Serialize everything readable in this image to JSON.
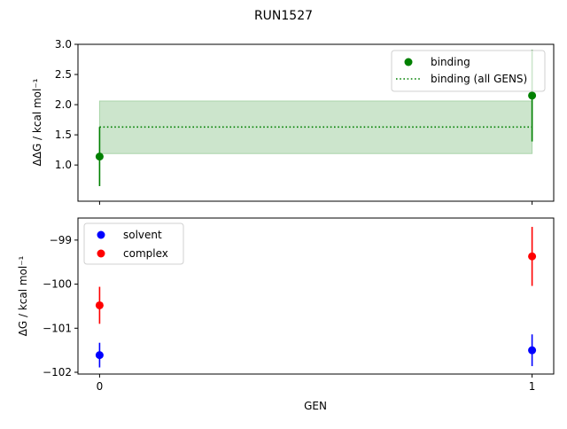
{
  "figure": {
    "suptitle": "RUN1527"
  },
  "chart_data": [
    {
      "type": "scatter",
      "panel": "top",
      "ylabel": "ΔΔG / kcal mol⁻¹",
      "ylim": [
        0.4,
        3.0
      ],
      "yticks": [
        "1.0",
        "1.5",
        "2.0",
        "2.5",
        "3.0"
      ],
      "xlim": [
        -0.05,
        1.05
      ],
      "xticks": [
        0,
        1
      ],
      "xtick_labels_shown": false,
      "grid": false,
      "legend_position": "top-right",
      "series": [
        {
          "name": "binding",
          "color": "#008000",
          "marker": "circle",
          "x": [
            0,
            1
          ],
          "y": [
            1.14,
            2.15
          ],
          "yerr": [
            0.49,
            0.76
          ]
        }
      ],
      "reference": {
        "name": "binding (all GENS)",
        "color": "#008000",
        "style": "dotted",
        "value": 1.63,
        "band": [
          1.19,
          2.06
        ],
        "band_color": "#cce5cc"
      }
    },
    {
      "type": "scatter",
      "panel": "bottom",
      "ylabel": "ΔG / kcal mol⁻¹",
      "xlabel": "GEN",
      "ylim": [
        -102.04,
        -98.5
      ],
      "yticks": [
        "−102",
        "−101",
        "−100",
        "−99"
      ],
      "xlim": [
        -0.05,
        1.05
      ],
      "xticks": [
        "0",
        "1"
      ],
      "grid": false,
      "legend_position": "top-left",
      "series": [
        {
          "name": "solvent",
          "color": "#0000ff",
          "marker": "circle",
          "x": [
            0,
            1
          ],
          "y": [
            -101.61,
            -101.5
          ],
          "yerr": [
            0.28,
            0.36
          ]
        },
        {
          "name": "complex",
          "color": "#ff0000",
          "marker": "circle",
          "x": [
            0,
            1
          ],
          "y": [
            -100.48,
            -99.37
          ],
          "yerr": [
            0.42,
            0.67
          ]
        }
      ]
    }
  ]
}
